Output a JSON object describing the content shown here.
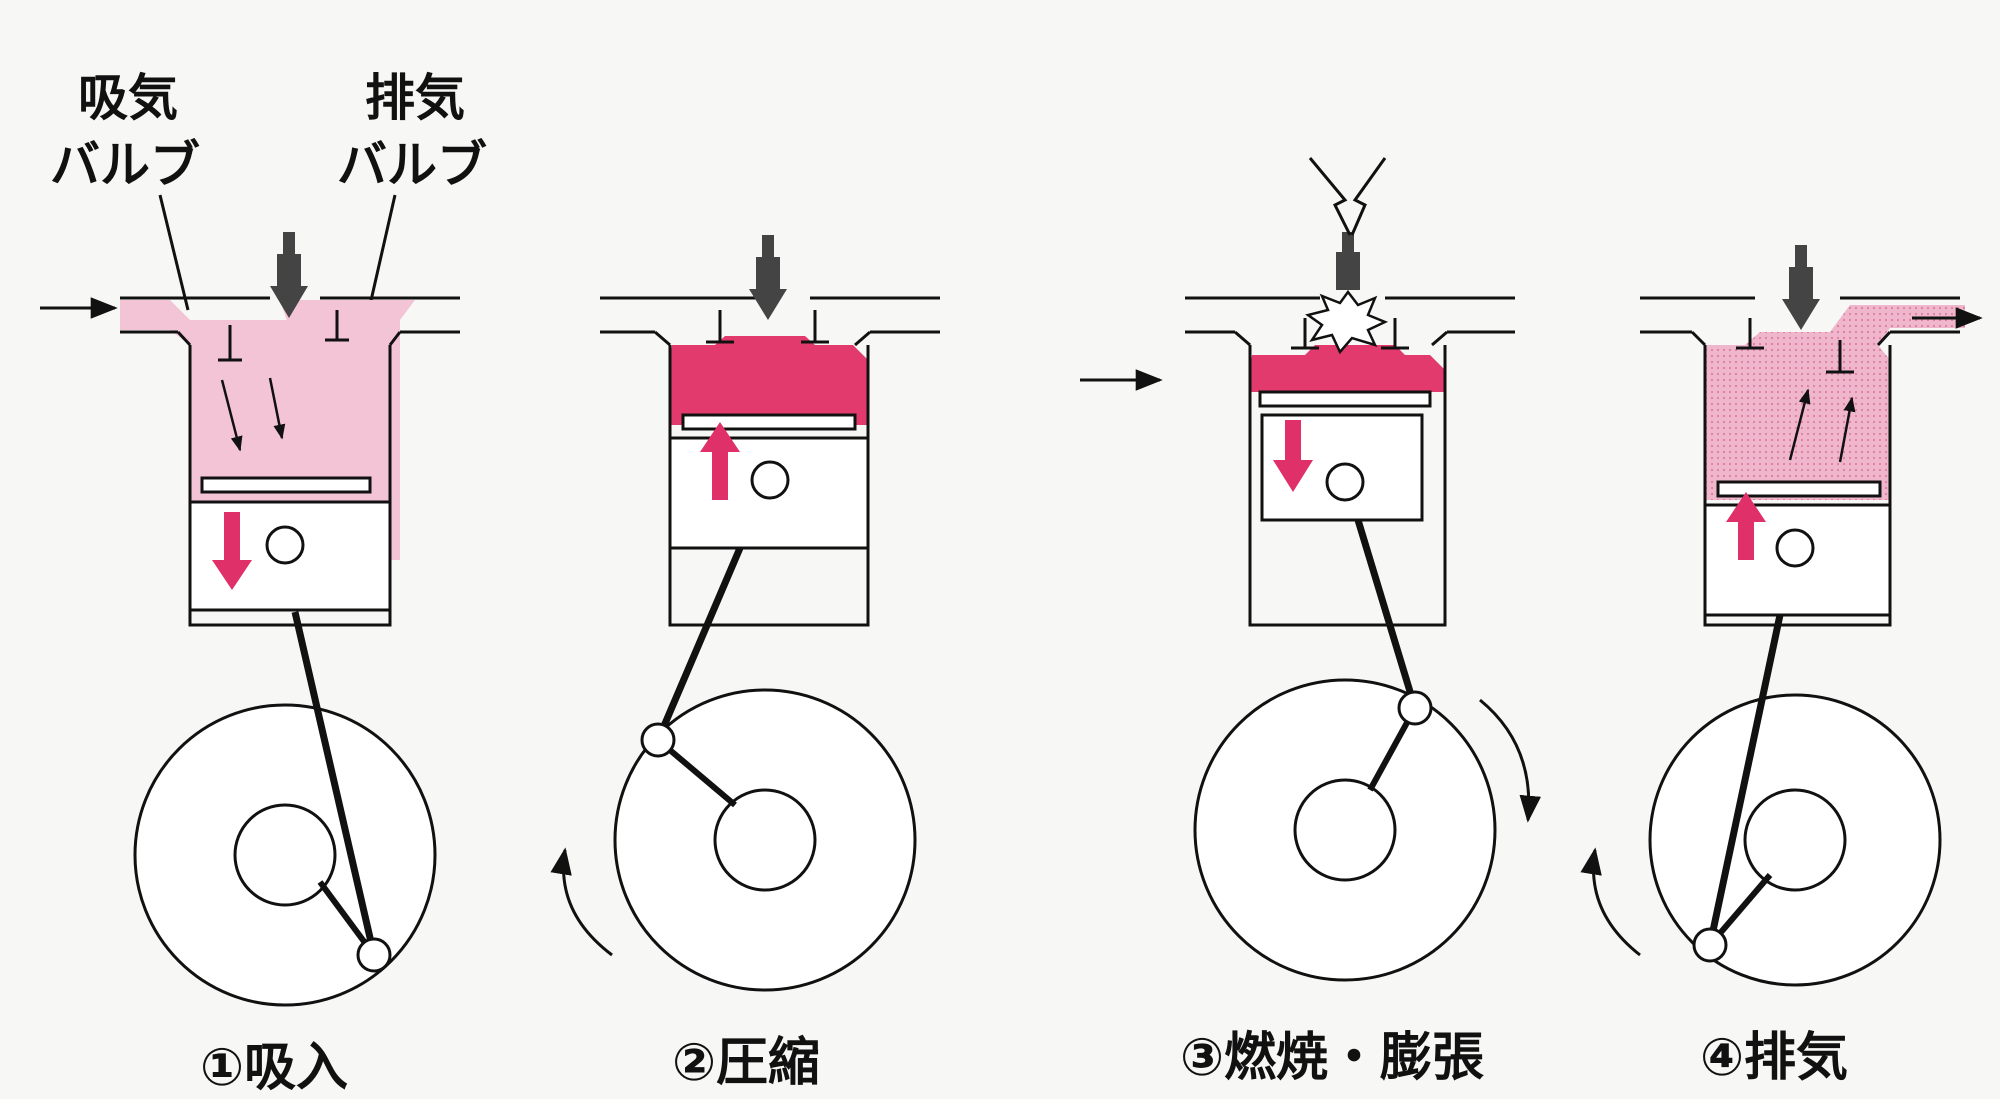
{
  "labels": {
    "intake_valve": [
      "吸気",
      "バルブ"
    ],
    "exhaust_valve": [
      "排気",
      "バルブ"
    ]
  },
  "stages": [
    {
      "id": "intake",
      "label": "①吸入"
    },
    {
      "id": "compression",
      "label": "②圧縮"
    },
    {
      "id": "combustion",
      "label": "③燃焼・膨張"
    },
    {
      "id": "exhaust",
      "label": "④排気"
    }
  ],
  "colors": {
    "gas_light": "#f3c4d6",
    "gas_dense": "#e0608c",
    "gas_hot": "#e23a6d",
    "arrow": "#e0306a",
    "line": "#111111",
    "background": "#f7f7f5"
  },
  "icons": [
    "spark-icon",
    "flash-icon",
    "piston-arrow-icon",
    "rotation-arrow-icon"
  ]
}
